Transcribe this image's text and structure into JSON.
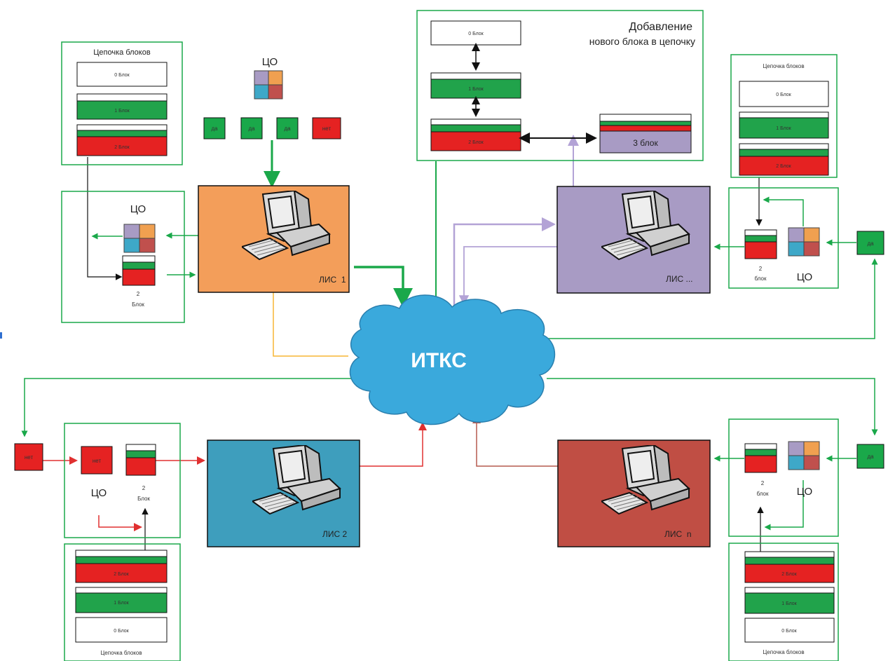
{
  "colors": {
    "frame_green": "#1aa84a",
    "block_green": "#21a34b",
    "block_red": "#e52222",
    "vote_green": "#1aa84a",
    "vote_red": "#e52222",
    "lis1_fill": "#f39e5a",
    "lis2_fill": "#3e9ebd",
    "lisdots_fill": "#a89bc4",
    "lisn_fill": "#c04e44",
    "cloud_fill": "#3aa9dc",
    "arrow_green": "#1aa84a",
    "arrow_red": "#e03030",
    "arrow_purple": "#b3a3d6",
    "arrow_orange": "#f7b634",
    "arrow_brown": "#b65a4f",
    "co_orange": "#f0a050",
    "co_purple": "#a89bc4",
    "co_blue": "#3ea8c8",
    "co_red": "#c0504d"
  },
  "cloud": {
    "label": "ИТКС"
  },
  "nodes": {
    "lis1": {
      "label": "ЛИС  1"
    },
    "lis2": {
      "label": "ЛИС 2"
    },
    "lis_dots": {
      "label": "ЛИС ..."
    },
    "lis_n": {
      "label": "ЛИС  n"
    }
  },
  "top_left_chain": {
    "title": "Цепочка блоков",
    "blocks": [
      "0 Блок",
      "1 Блок",
      "2 Блок"
    ]
  },
  "top_left_co": {
    "co_label": "ЦО",
    "votes": [
      "да",
      "да",
      "да",
      "нет"
    ]
  },
  "left_mid_panel": {
    "co_label": "ЦО",
    "block_label": "2",
    "block_label2": "Блок"
  },
  "add_block_panel": {
    "title_line1": "Добавление",
    "title_line2": "нового блока в цепочку",
    "blocks": [
      "0 Блок",
      "1 Блок",
      "2 Блок"
    ],
    "new_block": "3 блок"
  },
  "right_top_chain": {
    "title": "Цепочка блоков",
    "blocks": [
      "0 Блок",
      "1 Блок",
      "2 Блок"
    ]
  },
  "right_mid_panel": {
    "co_label": "ЦО",
    "block_label": "2",
    "block_label2": "блок",
    "vote": "да"
  },
  "bottom_left_panel": {
    "vote_outside": "нет",
    "vote_inside": "нет",
    "co_label": "ЦО",
    "block_label": "2",
    "block_label2": "Блок"
  },
  "bottom_left_chain": {
    "title": "Цепочка блоков",
    "blocks": [
      "2 Блок",
      "1 Блок",
      "0 Блок"
    ]
  },
  "bottom_right_panel": {
    "vote": "да",
    "co_label": "ЦО",
    "block_label": "2",
    "block_label2": "блок"
  },
  "bottom_right_chain": {
    "title": "Цепочка блоков",
    "blocks": [
      "2 Блок",
      "1 Блок",
      "0 Блок"
    ]
  }
}
